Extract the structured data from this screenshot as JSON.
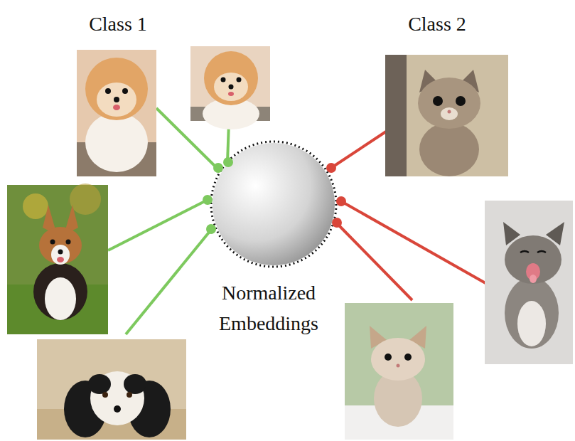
{
  "diagram": {
    "labels": [
      "Class 1",
      "Class 2",
      "Normalized Embeddings"
    ]
  }
}
